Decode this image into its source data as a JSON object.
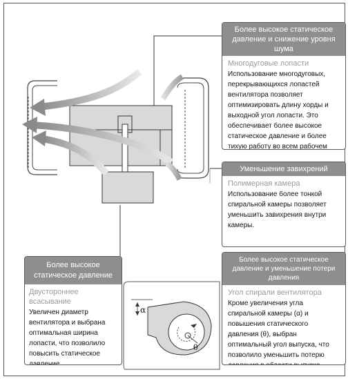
{
  "callouts": {
    "static_noise": {
      "header": "Более высокое статическое давление и снижение уровня шума",
      "subtitle": "Многодуговые лопасти",
      "body": "Использование многодуговых, перекрывающихся лопастей вентилятора позволяет оптимизировать длину хорды и выходной угол лопасти. Это обеспечивает более высокое статическое давление и более тихую работу во всем рабочем диапазоне."
    },
    "swirl": {
      "header": "Уменьшение завихрений",
      "subtitle": "Полимерная камера",
      "body": "Использование более тонкой спиральной камеры позволяет уменьшить завихрения внутри камеры."
    },
    "pressure_loss": {
      "header": "Более высокое статическое давление и уменьшение потери давления",
      "subtitle": "Угол спирали вентилятора",
      "body": "Кроме увеличения угла спиральной камеры (α) и повышения статического давления (θ), выбран оптимальный угол выпуска, что позволило уменьшить потерю давления в области выпуска воздуха."
    },
    "static_high": {
      "header": "Более высокое статическое давление",
      "subtitle": "Двустороннее всасывание",
      "body": "Увеличен диаметр вентилятора и выбрана оптимальная ширина лопасти, что позволило повысить статическое давление."
    }
  },
  "scroll_diagram": {
    "alpha_label": "α",
    "theta_label": "θ"
  },
  "colors": {
    "header_bg": "#8e8e8e",
    "fan_fill": "#d9d9d9",
    "arrow": "#8f8f8f",
    "line": "#333333"
  }
}
